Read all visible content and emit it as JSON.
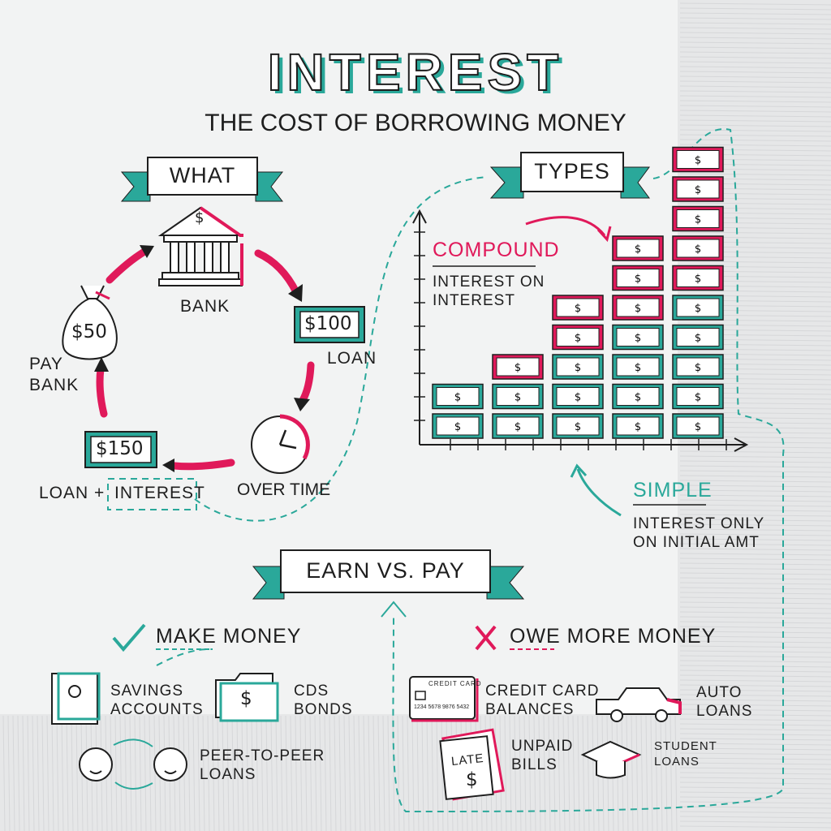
{
  "title": "INTEREST",
  "subtitle": "THE COST OF BORROWING MONEY",
  "what": {
    "banner": "WHAT",
    "bank": "BANK",
    "bank_symbol": "$",
    "loan_amount": "$100",
    "loan_label": "LOAN",
    "over_time": "OVER TIME",
    "repay_amount": "$150",
    "loan_plus": "LOAN +",
    "interest_label": "INTEREST",
    "bag_amount": "$50",
    "pay_bank": "PAY\nBANK"
  },
  "types": {
    "banner": "TYPES",
    "compound_title": "COMPOUND",
    "compound_desc": "INTEREST ON\nINTEREST",
    "simple_title": "SIMPLE",
    "simple_desc": "INTEREST ONLY\nON INITIAL AMT",
    "bill_symbol": "$",
    "chart_columns": [
      {
        "simple": 2,
        "compound": 0
      },
      {
        "simple": 2,
        "compound": 1
      },
      {
        "simple": 3,
        "compound": 2
      },
      {
        "simple": 4,
        "compound": 3
      },
      {
        "simple": 5,
        "compound": 5
      }
    ]
  },
  "earn_vs_pay": {
    "banner": "EARN VS. PAY",
    "earn_heading": "MAKE MONEY",
    "pay_heading": "OWE MORE MONEY",
    "savings": "SAVINGS\nACCOUNTS",
    "cds": "CDS\nBONDS",
    "p2p": "PEER-TO-PEER\nLOANS",
    "credit_card": "CREDIT CARD\nBALANCES",
    "auto": "AUTO\nLOANS",
    "unpaid": "UNPAID\nBILLS",
    "student": "STUDENT\nLOANS",
    "card_label": "CREDIT CARD",
    "card_number": "1234 5678 9876 5432",
    "late_label": "LATE",
    "late_symbol": "$"
  },
  "colors": {
    "teal": "#2aa89a",
    "pink": "#e0195a",
    "ink": "#1e1e1e",
    "paper": "#f2f3f3"
  },
  "icons": [
    "bank-icon",
    "money-bag-icon",
    "clock-icon",
    "bill-icon",
    "safe-icon",
    "folder-icon",
    "face-icon",
    "credit-card-icon",
    "car-icon",
    "late-bill-icon",
    "graduation-cap-icon",
    "check-icon",
    "cross-icon"
  ]
}
